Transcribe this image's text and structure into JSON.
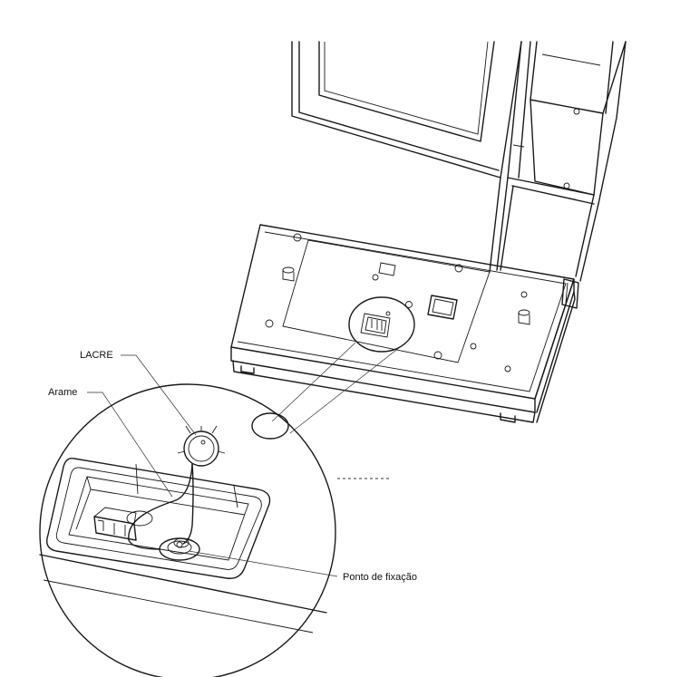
{
  "labels": {
    "seal": "LACRE",
    "wire": "Arame",
    "fixing_point": "Ponto de fixação"
  },
  "colors": {
    "line": "#1a1a1a",
    "background": "#ffffff"
  }
}
